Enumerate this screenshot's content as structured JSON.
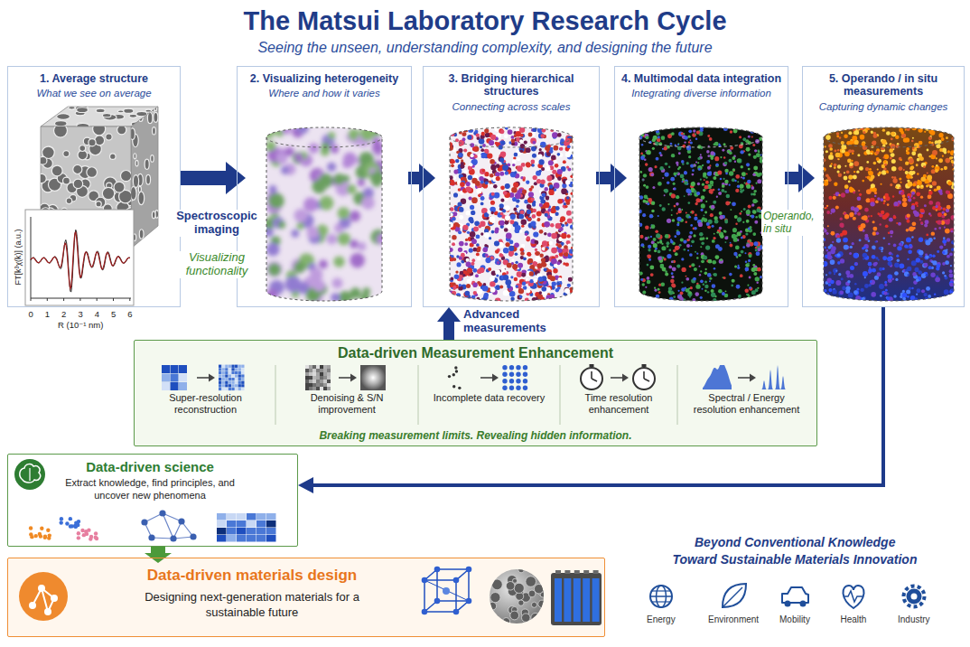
{
  "diagram": {
    "title": "The Matsui Laboratory Research Cycle",
    "caption": "Seeing the unseen, understanding complexity, and designing the future",
    "nodes": [
      {
        "text": [
          "1. Average structure",
          "What we see on average"
        ]
      },
      {
        "text": [
          "2. Visualizing heterogeneity",
          "Where and how it varies"
        ]
      },
      {
        "text": [
          "3. Bridging hierarchical structures",
          "Connecting across scales"
        ]
      },
      {
        "text": [
          "4. Multimodal data integration",
          "Integrating diverse information"
        ]
      },
      {
        "text": [
          "5. Operando / in situ measurements",
          "Capturing dynamic changes"
        ]
      },
      {
        "text": [
          "Data-driven Measurement Enhancement",
          "Breaking measurement limits. Revealing hidden information."
        ]
      },
      {
        "text": [
          "Super-resolution reconstruction"
        ],
        "in": 5
      },
      {
        "text": [
          "Denoising & S/N improvement"
        ],
        "in": 5
      },
      {
        "text": [
          "Incomplete data recovery"
        ],
        "in": 5
      },
      {
        "text": [
          "Time resolution enhancement"
        ],
        "in": 5
      },
      {
        "text": [
          "Spectral / Energy resolution enhancement"
        ],
        "in": 5
      },
      {
        "text": [
          "Data-driven science",
          "Extract knowledge, find principles, and uncover new phenomena"
        ]
      },
      {
        "text": [
          "Data-driven materials design",
          "Designing next-generation materials for a sustainable future"
        ]
      }
    ],
    "edges": [
      {
        "from": 0,
        "to": 1,
        "arrow": "to",
        "label": "Spectroscopic imaging"
      },
      {
        "from": 1,
        "to": 2,
        "arrow": "to"
      },
      {
        "from": 2,
        "to": 3,
        "arrow": "to"
      },
      {
        "from": 3,
        "to": 4,
        "arrow": "to",
        "label": "Operando, in situ"
      },
      {
        "from": 5,
        "to": 2,
        "arrow": "to",
        "label": "Advanced measurements"
      },
      {
        "from": 4,
        "to": 11,
        "arrow": "to"
      },
      {
        "from": 11,
        "to": 12,
        "arrow": "to"
      }
    ],
    "labels": [
      "FT[k³χ(k)] (a.u.)",
      "0",
      "1",
      "2",
      "3",
      "4",
      "5",
      "6",
      "R (10⁻¹ nm)",
      "Visualizing functionality",
      "Beyond Conventional Knowledge",
      "Toward Sustainable Materials Innovation",
      "Energy",
      "Environment",
      "Mobility",
      "Health",
      "Industry"
    ]
  }
}
